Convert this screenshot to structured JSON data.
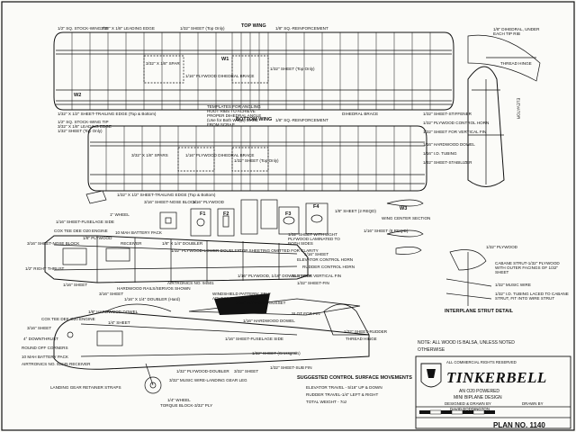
{
  "title_block": {
    "name": "TINKERBELL",
    "line1": "AN O20 POWERED",
    "line2": "MINI BIPLANE DESIGN",
    "designer_line": "DESIGNED & DRAWN BY",
    "designer": "DAVID BODDINGTON",
    "drawn_by": "DRAWN BY",
    "plan_no": "PLAN NO. 1140",
    "rights": "ALL COMMERCIAL RIGHTS RESERVED",
    "note_a": "NOTE: ALL WOOD IS BALSA, UNLESS NOTED",
    "note_b": "OTHERWISE"
  },
  "top_wing": {
    "label": "TOP WING",
    "notes": [
      "1/2\" SQ. STOCK-WING TIP",
      "3/32\" X 1/8\" LEADING EDGE",
      "1/32\" SHEET (Top Only)",
      "1/8\" SQ.-REINFORCEMENT",
      "1/32\" X 1/2\" SHEET-TRAILING EDGE (Top & Bottom)",
      "3/32\" X 1/8\" SPAR",
      "1/16\" PLYWOOD DIHEDRAL BRACE",
      "1/32\" SHEET (Top Only)"
    ]
  },
  "bottom_wing": {
    "label": "BOTTOM WING",
    "notes": [
      "1/2\" SQ. STOCK-WING TIP",
      "3/32\" X 1/8\" LEADING EDGE",
      "1/32\" SHEET (Top Only)",
      "1/8\" SQ.-REINFORCEMENT",
      "1/32\" X 1/2\" SHEET-TRAILING EDGE (Top & Bottom)",
      "3/32\" X 1/8\" SPARS",
      "1/16\" PLYWOOD DIHEDRAL BRACE",
      "1/32\" SHEET (Top Only)"
    ],
    "template_note": "TEMPLATES FOR ANGLING ROOT RIBS TO ACHIEVE PROPER DIHEDRAL ANGLE (Use for Both Wings) MAKE FROM SCRAP"
  },
  "stabilizer": {
    "notes": [
      "1/8\" DIHEDRAL, UNDER EACH TIP RIB",
      "THREAD HINGE",
      "1/32\" SHEET-STIFFENER",
      "1/32\" PLYWOOD CONTROL HORN",
      "1/32\" SHEET FOR VERTICAL FIN",
      "1/16\" HARDWOOD DOWEL",
      "1/16\" I.D. TUBING",
      "1/32\" SHEET-STABILIZER",
      "ELEVATOR"
    ],
    "dihedral_label": "DIHEDRAL BRACE"
  },
  "fuselage": {
    "notes": [
      "3/16\" SHEET-NOSE BLOCK",
      "1/16\" PLYWOOD",
      "1/16\" SHEET-FUSELAGE SIDE",
      "1\" WHEEL",
      "COX TEE DEE O20 ENGINE",
      "10 MAH BATTERY PACK",
      "1/8\" PLYWOOD",
      "3/16\" SHEET-NOSE BLOCK",
      "RECEIVER",
      "1/8\" X 1/4\" DOUBLER",
      "1/2\" RIGHT THRUST",
      "1/32\" PLYWOOD-LOWER DOUBLER",
      "1/16\" SHEET",
      "HARDWOOD RAILS/SERVOS SHOWN",
      "AIRTRONICS NO. 94501",
      "3/16\" SHEET",
      "1/16\" X 1/4\" DOUBLER (Hard)",
      "ELEVATOR CONTROL HORN",
      "RUDDER CONTROL HORN",
      "SLOT FOR VERTICAL FIN",
      "1/32\" SHEET-FIN",
      "1/16\" SHEET",
      "TOP SHEETING OMITTED FOR CLARITY",
      "1/16\" PLYWOOD, 1/16\" DOWELS WITH",
      "1/32\" SHEET WITH LIGHT PLYWOOD LAMINATED TO BOTH SIDES",
      "1/8\" SHEET (2 REQD)",
      "1/16\" SHEET (8 REQ'D)",
      "WING CENTER SECTION",
      "1/8\" HARDWOOD DOWEL",
      "COX TEE DEE O20 ENGINE",
      "3/16\" SHEET",
      "1/4\" SHEET",
      "4° DOWNTHRUST",
      "ROUND OFF CORNERS",
      "10 MAH BATTERY PACK",
      "AIRTRONICS NO. 92245 RECEIVER",
      "1/32\" PLYWOOD-DOUBLER",
      "3/32\" MUSIC WIRE-LANDING GEAR LEG",
      "1/4\" WHEEL",
      "LANDING GEAR RETAINER STRAPS",
      "TORQUE BLOCK-3/32\" PLY",
      "1/32\" SHEET-SUB FIN",
      "3/32\" SHEET",
      "1/32\" SHEET-RUDDER",
      "THREAD HINGE",
      "SLOT FOR FIN",
      "1/16\" HARDWOOD DOWEL",
      "WINDSHIELD PATTERN: SELF ADHESIVE BLACK FILM",
      "1/32\" SHEET (Crossgrain)",
      "1/16\" PLYWOOD-GUSSET",
      "1/16\" SHEET-FUSELAGE SIDE"
    ]
  },
  "strut": {
    "notes": [
      "1/32\" PLYWOOD",
      "CABANE STRUT-1/32\" PLYWOOD WITH OUTER FACINGS OF 1/32\" SHEET",
      "1/32\" MUSIC WIRE",
      "1/32\" I.D. TUBING LACED TO CABANE STRUT, FIT INTO WIRE STRUT",
      "INTERPLANE STRUT DETAIL"
    ]
  },
  "controls": {
    "header": "SUGGESTED CONTROL SURFACE MOVEMENTS",
    "elevator": "ELEVATOR TRAVEL - 5/16\" UP & DOWN",
    "rudder": "RUDDER TRAVEL-1/4\" LEFT & RIGHT",
    "weight": "TOTAL WEIGHT - 7oz"
  },
  "parts": {
    "f1": "F1",
    "f2": "F2",
    "f3": "F3",
    "f4": "F4",
    "w1": "W1",
    "w2": "W2",
    "w3": "W3"
  }
}
